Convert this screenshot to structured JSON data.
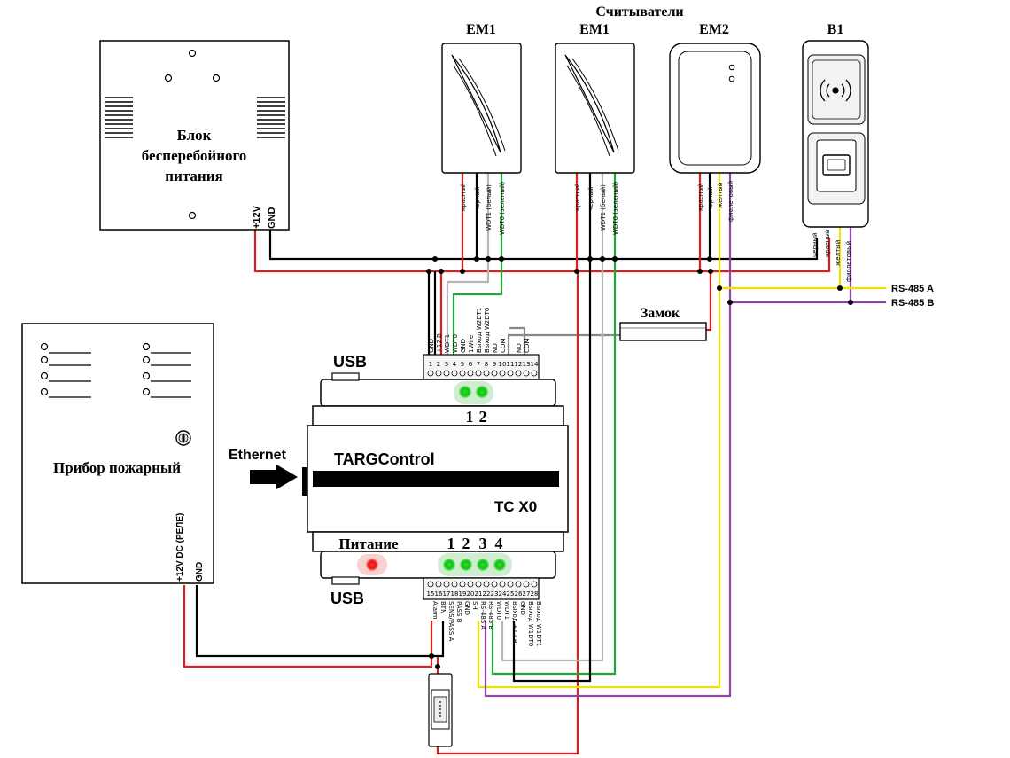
{
  "ups": {
    "title_line1": "Блок",
    "title_line2": "бесперебойного",
    "title_line3": "питания",
    "terminal_plus": "+12V",
    "terminal_gnd": "GND"
  },
  "fire_panel": {
    "title": "Прибор пожарный",
    "terminal_relay": "+12V DC (РЕЛЕ)",
    "terminal_gnd": "GND"
  },
  "readers": {
    "group_title": "Считыватели",
    "items": [
      {
        "name": "EM1",
        "wires": [
          "красный",
          "черный",
          "WDT1 (белый)",
          "WDT0 (зеленый)"
        ]
      },
      {
        "name": "EM1",
        "wires": [
          "красный",
          "черный",
          "WDT1 (белый)",
          "WDT0 (зеленый)"
        ]
      },
      {
        "name": "EM2",
        "wires": [
          "красный",
          "черный",
          "желтый",
          "фиолетовый"
        ]
      },
      {
        "name": "B1",
        "wires": [
          "черный",
          "красный",
          "желтый",
          "фиолетовый"
        ]
      }
    ]
  },
  "lock": {
    "label": "Замок"
  },
  "rs485": {
    "a": "RS-485 A",
    "b": "RS-485 B"
  },
  "controller": {
    "brand": "TARGControl",
    "model": "TC X0",
    "usb_top": "USB",
    "usb_bottom": "USB",
    "ethernet": "Ethernet",
    "power_label": "Питание",
    "led_top_1": "1",
    "led_top_2": "2",
    "led_bottom_1": "1",
    "led_bottom_2": "2",
    "led_bottom_3": "3",
    "led_bottom_4": "4",
    "top_pin_numbers": [
      "1",
      "2",
      "3",
      "4",
      "5",
      "6",
      "7",
      "8",
      "9",
      "10",
      "11",
      "12",
      "13",
      "14"
    ],
    "top_pin_labels": [
      "GND",
      "+12 В",
      "WDT1",
      "WDT0",
      "GND",
      "1Wire",
      "Выход W2DT1",
      "Выход W2DT0",
      "NO",
      "COM",
      "",
      "NO",
      "COM",
      ""
    ],
    "bottom_pin_numbers": [
      "15",
      "16",
      "17",
      "18",
      "19",
      "20",
      "21",
      "22",
      "23",
      "24",
      "25",
      "26",
      "27",
      "28"
    ],
    "bottom_pin_labels": [
      "Alarm",
      "BTN",
      "SENS/PASS A",
      "PASS B",
      "GND",
      "SH",
      "RS-485 A",
      "RS-485 B",
      "WDT0",
      "WDT1",
      "Выход +12 В",
      "GND",
      "Выход W1DT0",
      "Выход W1DT1"
    ]
  }
}
